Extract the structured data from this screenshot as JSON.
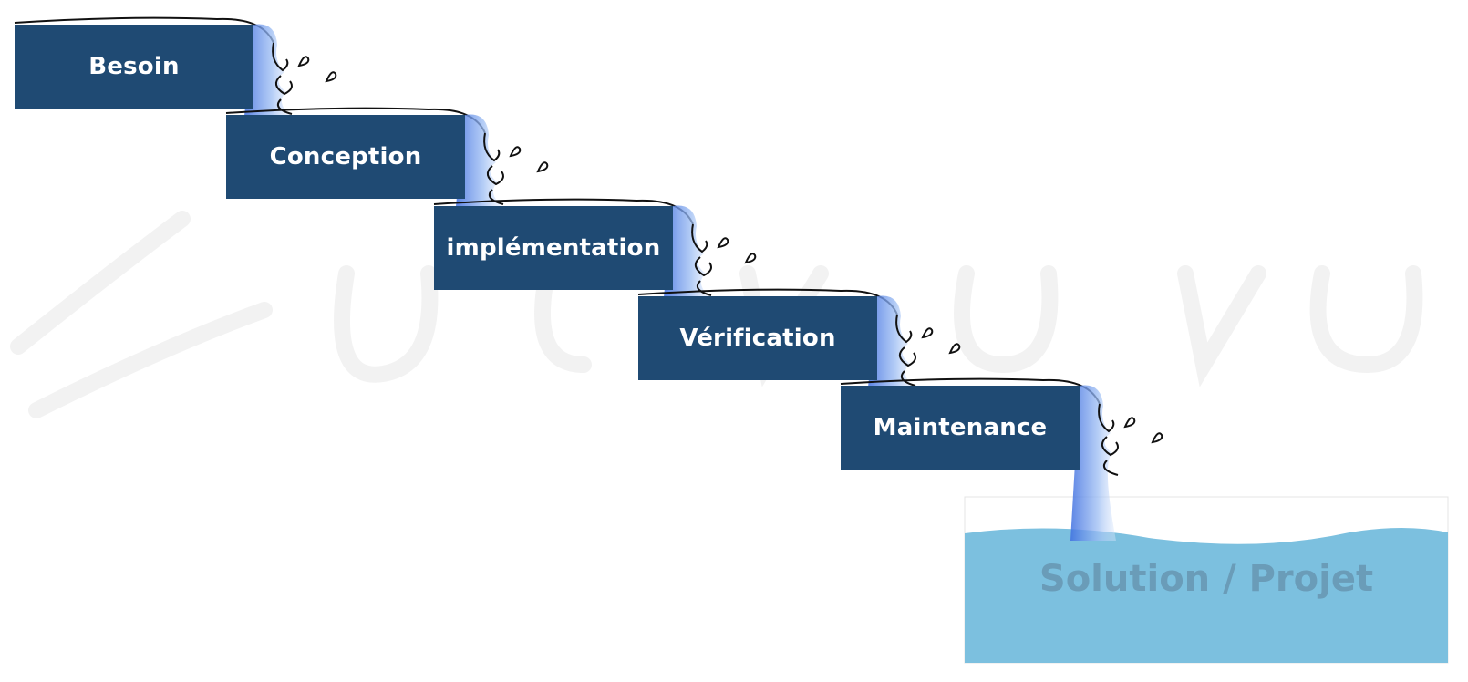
{
  "diagram": {
    "steps": [
      {
        "label": "Besoin"
      },
      {
        "label": "Conception"
      },
      {
        "label": "implémentation"
      },
      {
        "label": "Vérification"
      },
      {
        "label": "Maintenance"
      }
    ],
    "pool": {
      "label": "Solution / Projet"
    },
    "colors": {
      "step_fill": "#1f4a73",
      "step_text": "#ffffff",
      "water_fall": "#8fb4f0",
      "pool_water": "#7cc0df",
      "pool_text": "#6a9cb8"
    }
  }
}
